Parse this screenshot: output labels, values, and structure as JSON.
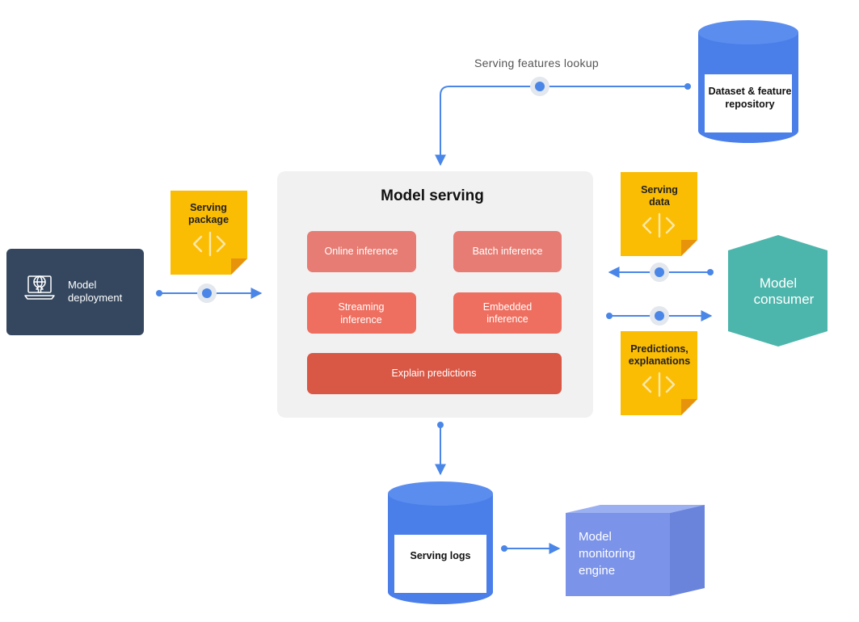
{
  "lookup_label": "Serving features lookup",
  "dataset": {
    "line1": "Dataset & feature",
    "line2": "repository"
  },
  "model_serving": {
    "title": "Model serving",
    "online": "Online inference",
    "batch": "Batch inference",
    "streaming": {
      "line1": "Streaming",
      "line2": "inference"
    },
    "embedded": {
      "line1": "Embedded",
      "line2": "inference"
    },
    "explain": "Explain predictions"
  },
  "serving_package": {
    "line1": "Serving",
    "line2": "package",
    "icon": "code-icon"
  },
  "deployment": {
    "line1": "Model",
    "line2": "deployment",
    "icon": "laptop-globe-icon"
  },
  "serving_data": {
    "line1": "Serving",
    "line2": "data",
    "icon": "code-icon"
  },
  "predictions": {
    "line1": "Predictions,",
    "line2": "explanations",
    "icon": "code-icon"
  },
  "consumer": {
    "line1": "Model",
    "line2": "consumer"
  },
  "logs": {
    "label": "Serving logs"
  },
  "monitoring": {
    "line1": "Model",
    "line2": "monitoring",
    "line3": "engine"
  },
  "colors": {
    "arrow": "#4a86e8",
    "panel": "#f1f1f1",
    "note": "#fbbc04",
    "deployment": "#34475f",
    "consumer": "#4db6ac",
    "cylinder": "#4a7ee8",
    "monitoring": "#7b93e8",
    "inference": "#e67c73",
    "explain": "#d95745"
  }
}
